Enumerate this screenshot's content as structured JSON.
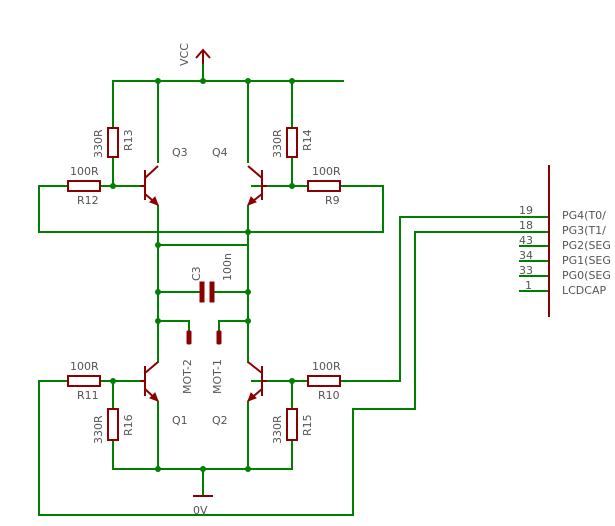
{
  "colors": {
    "wire": "#008000",
    "part": "#8b0000",
    "text": "#555555",
    "background": "#ffffff"
  },
  "supplies": {
    "vcc": "VCC",
    "gnd": "0V"
  },
  "transistors": {
    "q1": "Q1",
    "q2": "Q2",
    "q3": "Q3",
    "q4": "Q4"
  },
  "resistors": {
    "r9": {
      "name": "R9",
      "value": "100R"
    },
    "r10": {
      "name": "R10",
      "value": "100R"
    },
    "r11": {
      "name": "R11",
      "value": "100R"
    },
    "r12": {
      "name": "R12",
      "value": "100R"
    },
    "r13": {
      "name": "R13",
      "value": "330R"
    },
    "r14": {
      "name": "R14",
      "value": "330R"
    },
    "r15": {
      "name": "R15",
      "value": "330R"
    },
    "r16": {
      "name": "R16",
      "value": "330R"
    }
  },
  "capacitor": {
    "name": "C3",
    "value": "100n"
  },
  "motor": {
    "m1": "MOT-1",
    "m2": "MOT-2"
  },
  "header": {
    "pins": [
      {
        "num": "19",
        "name": "PG4(T0/"
      },
      {
        "num": "18",
        "name": "PG3(T1/"
      },
      {
        "num": "43",
        "name": "PG2(SEG"
      },
      {
        "num": "34",
        "name": "PG1(SEG"
      },
      {
        "num": "33",
        "name": "PG0(SEG"
      },
      {
        "num": "1",
        "name": "LCDCAP"
      }
    ]
  }
}
